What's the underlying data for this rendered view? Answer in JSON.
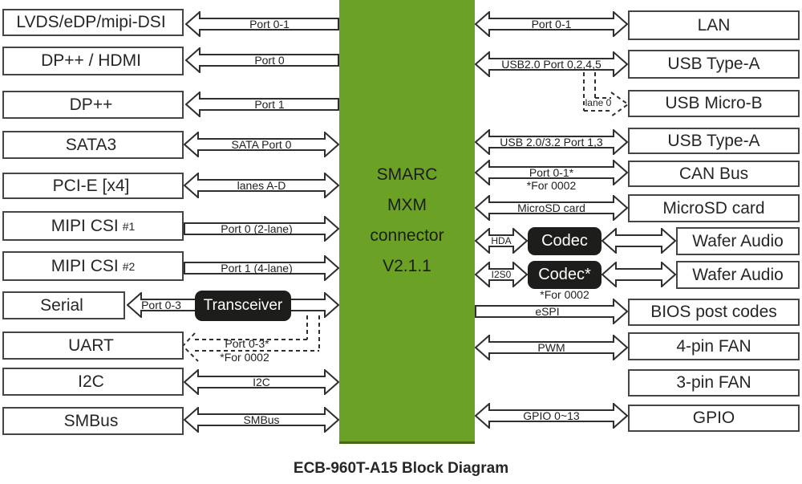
{
  "title": "ECB-960T-A15 Block Diagram",
  "connector": {
    "line1": "SMARC",
    "line2": "MXM",
    "line3": "connector",
    "line4": "V2.1.1"
  },
  "left_blocks": [
    {
      "label": "LVDS/eDP/mipi-DSI",
      "suffix": ""
    },
    {
      "label": "DP++ / HDMI",
      "suffix": ""
    },
    {
      "label": "DP++",
      "suffix": ""
    },
    {
      "label": "SATA3",
      "suffix": ""
    },
    {
      "label": "PCI-E [x4]",
      "suffix": ""
    },
    {
      "label": "MIPI CSI",
      "suffix": "#1"
    },
    {
      "label": "MIPI CSI",
      "suffix": "#2"
    },
    {
      "label": "Serial",
      "suffix": ""
    },
    {
      "label": "UART",
      "suffix": ""
    },
    {
      "label": "I2C",
      "suffix": ""
    },
    {
      "label": "SMBus",
      "suffix": ""
    }
  ],
  "right_blocks": [
    "LAN",
    "USB Type-A",
    "USB Micro-B",
    "USB Type-A",
    "CAN Bus",
    "MicroSD card",
    "Wafer Audio",
    "Wafer Audio",
    "BIOS post codes",
    "4-pin FAN",
    "3-pin FAN",
    "GPIO"
  ],
  "chips": {
    "transceiver": "Transceiver",
    "codec": "Codec",
    "codec2": "Codec*"
  },
  "arrow_labels": {
    "lvds": "Port 0-1",
    "dp_hdmi": "Port 0",
    "dp": "Port 1",
    "sata": "SATA Port 0",
    "pcie": "lanes A-D",
    "mipi1": "Port 0 (2-lane)",
    "mipi2": "Port 1 (4-lane)",
    "serial": "Port 0-3",
    "uart": "Port 0-3*",
    "i2c": "I2C",
    "smbus": "SMBus",
    "lan": "Port 0-1",
    "usb20": "USB2.0 Port 0,2,4,5",
    "lane0": "lane 0",
    "usb32": "USB 2.0/3.2 Port 1,3",
    "can": "Port 0-1*",
    "sd": "MicroSD card",
    "hda": "HDA",
    "i2s0": "I2S0",
    "espi": "eSPI",
    "pwm": "PWM",
    "gpio": "GPIO 0~13"
  },
  "notes": {
    "uart": "*For 0002",
    "can": "*For 0002",
    "codec": "*For 0002"
  },
  "colors": {
    "connector_green": "#6ba225",
    "chip_black": "#1d1d1b"
  }
}
